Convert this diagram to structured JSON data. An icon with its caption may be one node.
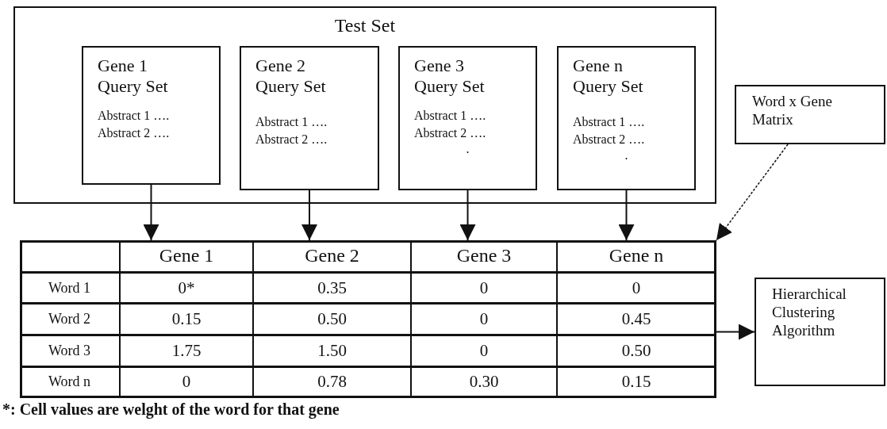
{
  "diagram": {
    "nodes": [
      {
        "text": [
          "Test Set"
        ]
      },
      {
        "text": [
          "Gene 1 Query Set",
          "Abstract 1 …. Abstract 2 …."
        ],
        "in": 0
      },
      {
        "text": [
          "Gene 2 Query Set",
          "Abstract 1 …. Abstract 2 …."
        ],
        "in": 0
      },
      {
        "text": [
          "Gene 3 Query Set",
          "Abstract 1 …. Abstract 2 ….",
          "."
        ],
        "in": 0
      },
      {
        "text": [
          "Gene n Query Set",
          "Abstract 1 …. Abstract 2 ….",
          "."
        ],
        "in": 0
      },
      {
        "text": [
          "Word x Gene Matrix"
        ]
      },
      {
        "text": [],
        "shape": "box"
      },
      {
        "text": [
          "Gene 1"
        ],
        "in": 6
      },
      {
        "text": [
          "Gene 2"
        ],
        "in": 6
      },
      {
        "text": [
          "Gene 3"
        ],
        "in": 6
      },
      {
        "text": [
          "Gene n"
        ],
        "in": 6
      },
      {
        "text": [
          "Hierarchical Clustering Algorithm"
        ]
      }
    ],
    "edges": [
      {
        "from": 1,
        "to": 7,
        "arrow": "to"
      },
      {
        "from": 2,
        "to": 8,
        "arrow": "to"
      },
      {
        "from": 3,
        "to": 9,
        "arrow": "to"
      },
      {
        "from": 4,
        "to": 10,
        "arrow": "to"
      },
      {
        "from": 5,
        "to": 6,
        "arrow": "to",
        "style": "dashed"
      },
      {
        "from": 6,
        "to": 11,
        "arrow": "to"
      }
    ],
    "labels": [
      "Word 1",
      "0*",
      "0.35",
      "0",
      "0",
      "Word 2",
      "0.15",
      "0.50",
      "0",
      "0.45",
      "Word 3",
      "1.75",
      "1.50",
      "0",
      "0.50",
      "Word n",
      "0",
      "0.78",
      "0.30",
      "0.15",
      "*: Cell values are welght of the word for that gene"
    ]
  }
}
